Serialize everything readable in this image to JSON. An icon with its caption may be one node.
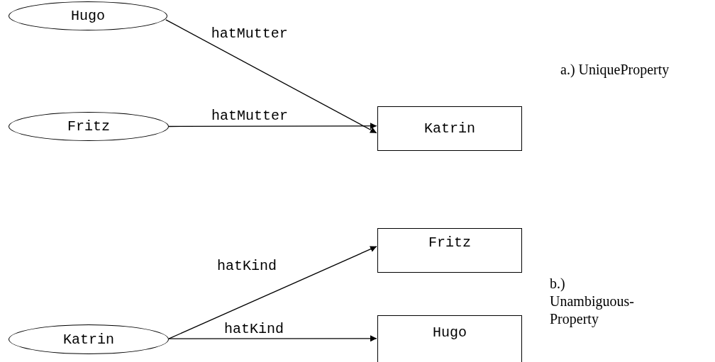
{
  "diagram": {
    "nodes": [
      {
        "text": [
          "Hugo"
        ]
      },
      {
        "text": [
          "Fritz"
        ]
      },
      {
        "text": [
          "Katrin"
        ]
      },
      {
        "text": [
          "Fritz"
        ]
      },
      {
        "text": [
          "Katrin"
        ]
      },
      {
        "text": [
          "Hugo"
        ]
      }
    ],
    "edges": [
      {
        "from": 0,
        "to": 2,
        "arrow": "to",
        "label": "hatMutter"
      },
      {
        "from": 1,
        "to": 2,
        "arrow": "to",
        "label": "hatMutter"
      },
      {
        "from": 4,
        "to": 3,
        "arrow": "to",
        "label": "hatKind"
      },
      {
        "from": 4,
        "to": 5,
        "arrow": "to",
        "label": "hatKind"
      }
    ],
    "labels": [
      "a.) UniqueProperty",
      "b.) Unambiguous- Property"
    ]
  }
}
